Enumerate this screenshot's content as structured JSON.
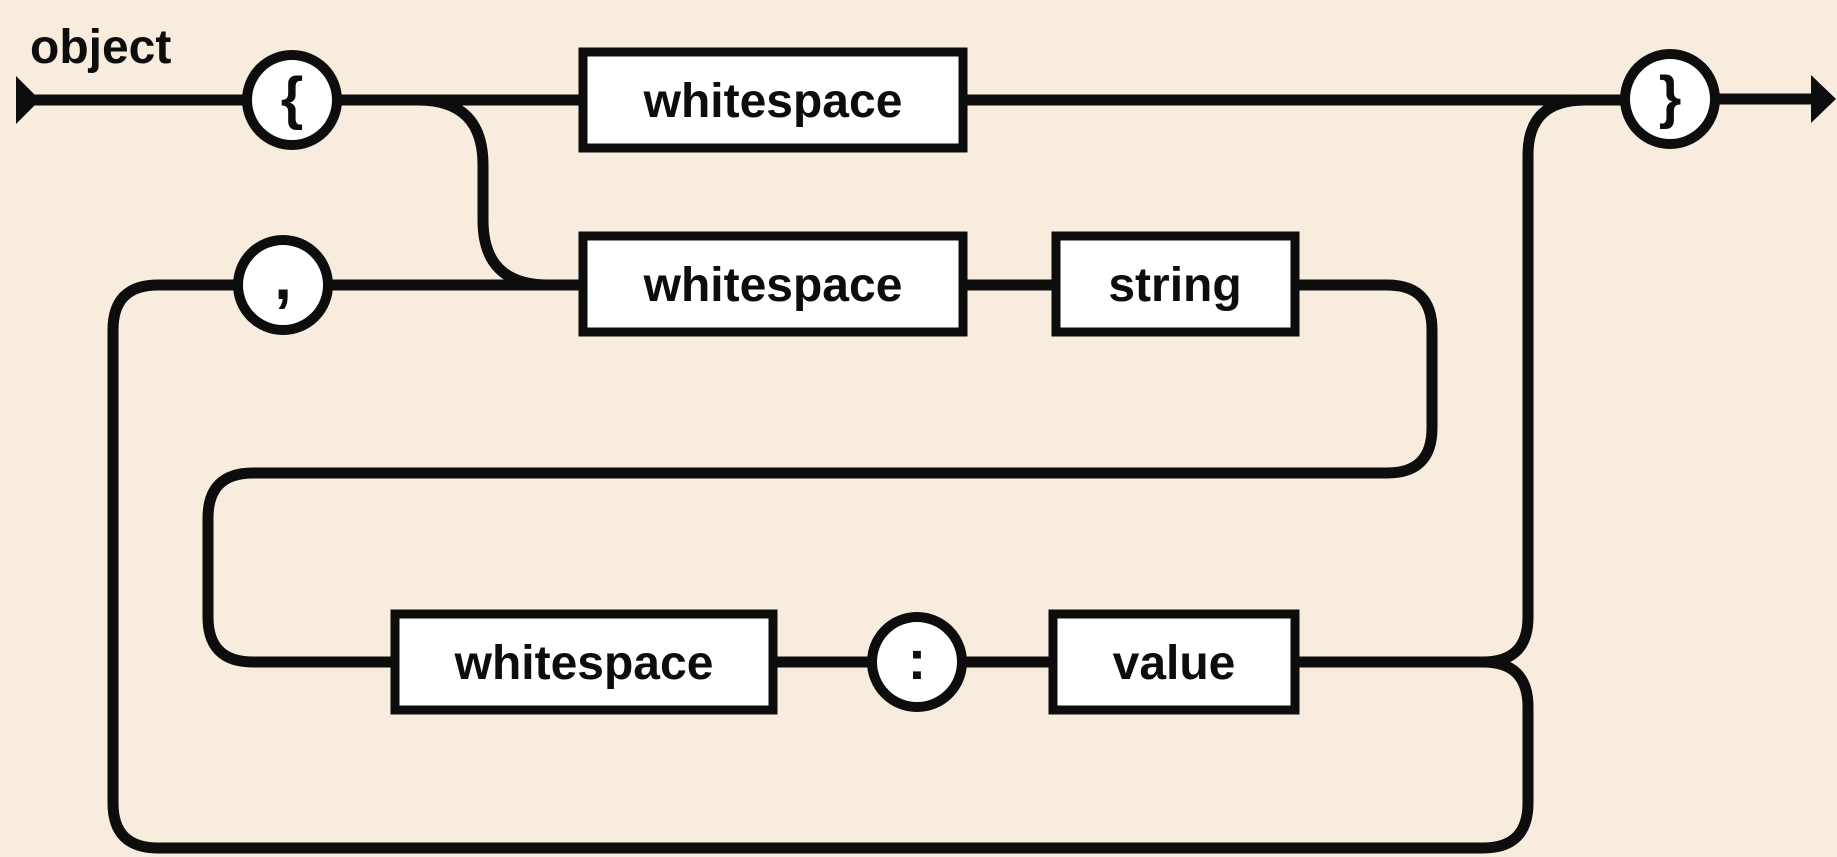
{
  "diagram": {
    "rule_name": "object",
    "colors": {
      "background": "#f8ecdf",
      "line": "#0d0d0d",
      "node_fill": "#ffffff",
      "text": "#0d0d0d"
    },
    "terminals": {
      "open_brace": "{",
      "comma": ",",
      "colon": ":",
      "close_brace": "}"
    },
    "nonterminals": {
      "whitespace_top": "whitespace",
      "whitespace_pair": "whitespace",
      "string": "string",
      "whitespace_value": "whitespace",
      "value": "value"
    }
  }
}
